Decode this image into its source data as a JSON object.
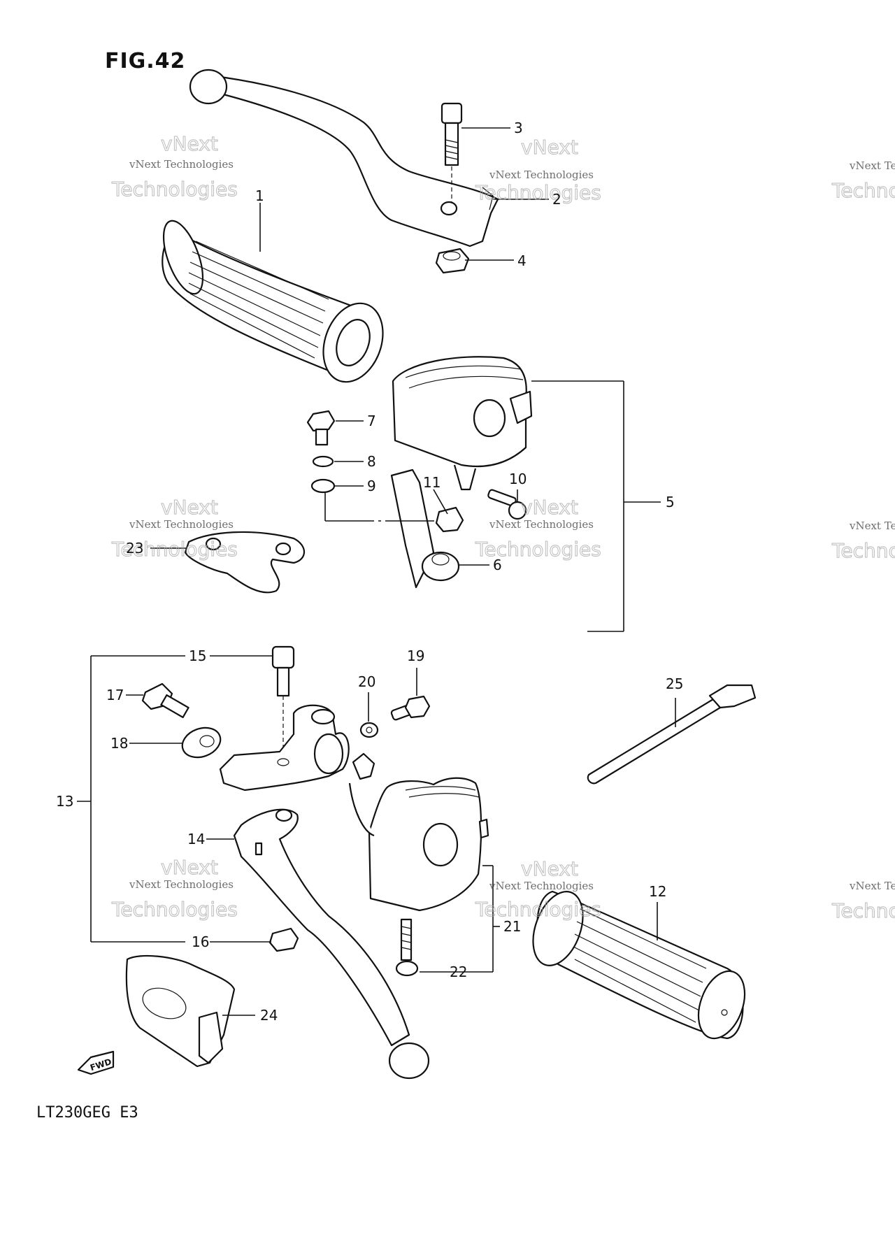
{
  "title": "FIG.42",
  "model": "LT230GEG E3",
  "fwd_label": "FWD",
  "watermark": {
    "line1": "vNext Technologies",
    "line2": "Technologies",
    "line3": "vNext"
  },
  "callouts": [
    {
      "id": "1",
      "label": "1"
    },
    {
      "id": "2",
      "label": "2"
    },
    {
      "id": "3",
      "label": "3"
    },
    {
      "id": "4",
      "label": "4"
    },
    {
      "id": "5",
      "label": "5"
    },
    {
      "id": "6",
      "label": "6"
    },
    {
      "id": "7",
      "label": "7"
    },
    {
      "id": "8",
      "label": "8"
    },
    {
      "id": "9",
      "label": "9"
    },
    {
      "id": "10",
      "label": "10"
    },
    {
      "id": "11",
      "label": "11"
    },
    {
      "id": "12",
      "label": "12"
    },
    {
      "id": "13",
      "label": "13"
    },
    {
      "id": "14",
      "label": "14"
    },
    {
      "id": "15",
      "label": "15"
    },
    {
      "id": "16",
      "label": "16"
    },
    {
      "id": "17",
      "label": "17"
    },
    {
      "id": "18",
      "label": "18"
    },
    {
      "id": "19",
      "label": "19"
    },
    {
      "id": "20",
      "label": "20"
    },
    {
      "id": "21",
      "label": "21"
    },
    {
      "id": "22",
      "label": "22"
    },
    {
      "id": "23",
      "label": "23"
    },
    {
      "id": "24",
      "label": "24"
    },
    {
      "id": "25",
      "label": "25"
    }
  ]
}
